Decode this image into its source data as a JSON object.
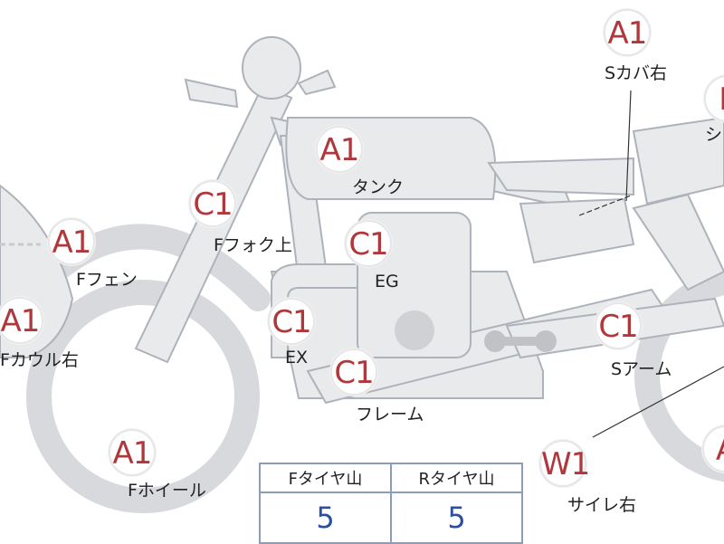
{
  "markers": [
    {
      "id": "s-cover-right",
      "code": "A1",
      "label": "Sカバ右"
    },
    {
      "id": "seat",
      "code": "P",
      "label": "シ"
    },
    {
      "id": "tank",
      "code": "A1",
      "label": "タンク"
    },
    {
      "id": "f-fork-upper",
      "code": "C1",
      "label": "Fフォク上"
    },
    {
      "id": "f-fender",
      "code": "A1",
      "label": "Fフェン"
    },
    {
      "id": "engine",
      "code": "C1",
      "label": "EG"
    },
    {
      "id": "f-cowl-right",
      "code": "A1",
      "label": "Fカウル右"
    },
    {
      "id": "exhaust",
      "code": "C1",
      "label": "EX"
    },
    {
      "id": "frame",
      "code": "C1",
      "label": "フレーム"
    },
    {
      "id": "s-arm",
      "code": "C1",
      "label": "Sアーム"
    },
    {
      "id": "f-wheel",
      "code": "A1",
      "label": "Fホイール"
    },
    {
      "id": "muffler-right",
      "code": "W1",
      "label": "サイレ右"
    },
    {
      "id": "rear-edge",
      "code": "A",
      "label": ""
    }
  ],
  "tire_table": {
    "headers": [
      "Fタイヤ山",
      "Rタイヤ山"
    ],
    "values": [
      "5",
      "5"
    ]
  }
}
